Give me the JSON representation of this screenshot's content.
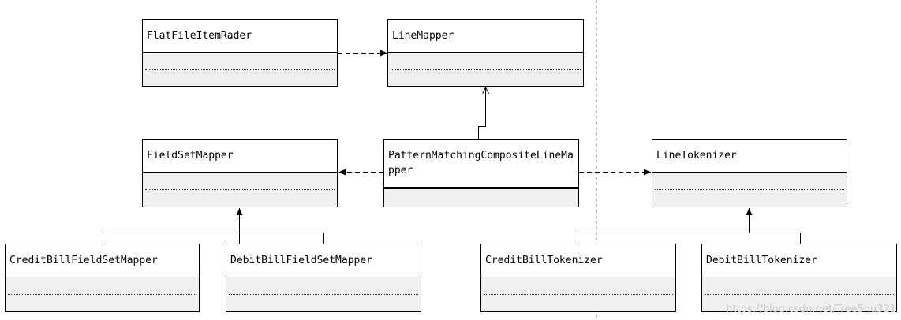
{
  "classes": {
    "flat_file_item_reader": "FlatFileItemRader",
    "line_mapper": "LineMapper",
    "field_set_mapper": "FieldSetMapper",
    "pattern_matching_composite_line_mapper": "PatternMatchingCompositeLineMapper",
    "line_tokenizer": "LineTokenizer",
    "credit_bill_field_set_mapper": "CreditBillFieldSetMapper",
    "debit_bill_field_set_mapper": "DebitBillFieldSetMapper",
    "credit_bill_tokenizer": "CreditBillTokenizer",
    "debit_bill_tokenizer": "DebitBillTokenizer"
  },
  "watermark": "https://blog.csdn.net/TreeShu321",
  "colors": {
    "line": "#000000",
    "section_fill": "#f0f0f0",
    "separator": "#c0c0c0",
    "watermark": "#c8c8c8"
  }
}
